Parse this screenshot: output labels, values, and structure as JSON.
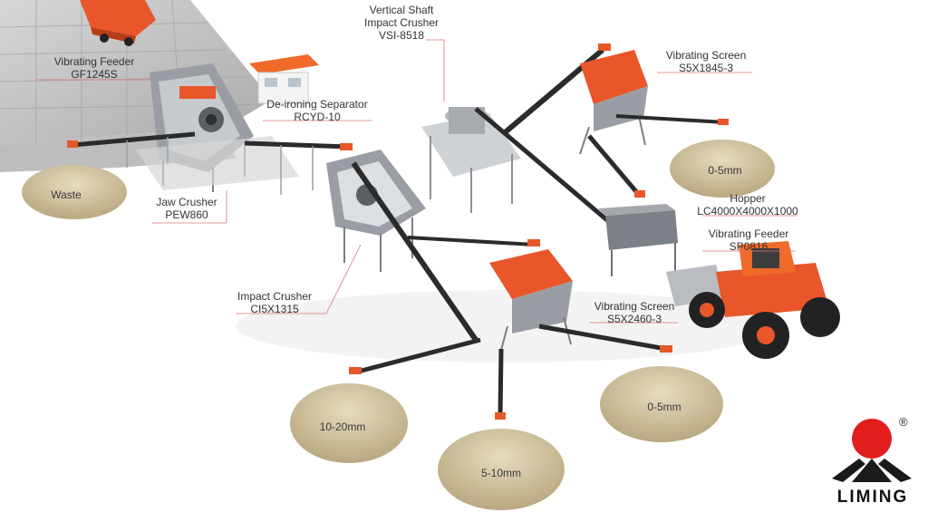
{
  "labels": {
    "vibrating_feeder_top": {
      "line1": "Vibrating Feeder",
      "line2": "GF1245S"
    },
    "vertical_shaft": {
      "line1": "Vertical Shaft",
      "line2": "Impact Crusher",
      "line3": "VSI-8518"
    },
    "vibrating_screen_top": {
      "line1": "Vibrating Screen",
      "line2": "S5X1845-3"
    },
    "deironing": {
      "line1": "De-ironing Separator",
      "line2": "RCYD-10"
    },
    "jaw_crusher": {
      "line1": "Jaw Crusher",
      "line2": "PEW860"
    },
    "hopper": {
      "line1": "Hopper",
      "line2": "LC4000X4000X1000"
    },
    "vibrating_feeder_right": {
      "line1": "Vibrating Feeder",
      "line2": "SP0816"
    },
    "impact_crusher": {
      "line1": "Impact Crusher",
      "line2": "CI5X1315"
    },
    "vibrating_screen_bottom": {
      "line1": "Vibrating Screen",
      "line2": "S5X2460-3"
    }
  },
  "piles": {
    "waste": "Waste",
    "fine_top": "0-5mm",
    "coarse": "10-20mm",
    "medium": "5-10mm",
    "fine_bottom": "0-5mm"
  },
  "brand": {
    "name": "LIMING",
    "registered": "®"
  },
  "colors": {
    "machine_orange": "#e8562a",
    "steel": "#8a8f96",
    "belt": "#2b2b2b",
    "aggregate": "#d8c9a3",
    "logo_red": "#e11d1d"
  }
}
